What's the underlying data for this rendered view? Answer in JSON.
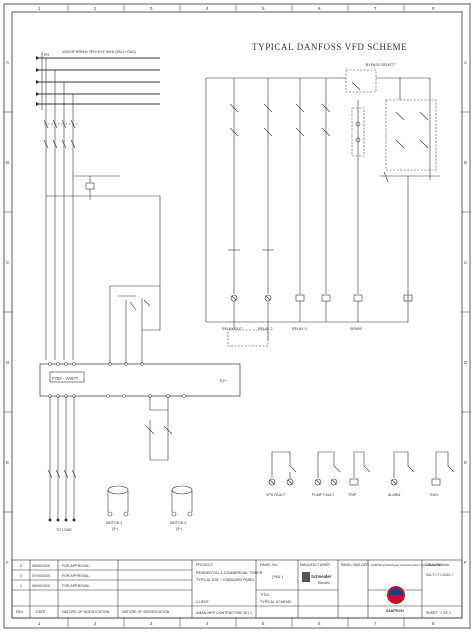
{
  "drawing": {
    "title": "TYPICAL DANFOSS VFD SCHEME",
    "supply_label": "400V/3PH/50Hz  3PH+N+E  50Hz  (5ALL+GAS)",
    "power_tag": "PH",
    "vfd_label": "F703 - VAR??",
    "vfd_out_label": "E1+",
    "bottom_load_label": "TO LOAD",
    "relay_labels": [
      "RELAY OUT",
      "RELAY 2",
      "RELAY 3",
      "SPARE"
    ],
    "fault_labels": [
      "VFD FAULT",
      "PUMP FAULT",
      "TRIP",
      "ALARM",
      "RUN"
    ],
    "motor_labels": [
      "MOTOR 1",
      "MOTOR 2"
    ],
    "motor_sub": [
      "(3~)",
      "(3~)"
    ],
    "bypass_label": "BYPASS SELECT",
    "col_numbers": [
      "1",
      "2",
      "3",
      "4",
      "5",
      "6",
      "7",
      "8"
    ],
    "row_letters": [
      "A",
      "B",
      "C",
      "D",
      "E",
      "F"
    ]
  },
  "revisions": {
    "rows": [
      {
        "rev": "3",
        "date": "08/09/2020",
        "desc": "FOR APPROVAL"
      },
      {
        "rev": "2",
        "date": "07/09/2020",
        "desc": "FOR APPROVAL"
      },
      {
        "rev": "1",
        "date": "06/09/2020",
        "desc": "FOR APPROVAL"
      }
    ],
    "headers": {
      "rev": "REV",
      "date": "DATE",
      "nature": "NATURE OF MODIFICATION",
      "nature2": "NATURE OF MODIFICATION"
    }
  },
  "title_block": {
    "project_label": "PROJECT:",
    "project_text": "RESIDENTIAL & COMMERCIAL TOWER",
    "project_sub": "TYPICAL DDC / STANDARD PANEL",
    "client_label": "CLIENT:",
    "client_text": "AMAN MEP CONTRACTING W.L.L",
    "panel_label": "PANEL No.",
    "panel_value": "[ PNL ]",
    "title_label": "TITLE",
    "title_text": "TYPICAL SCHEME",
    "mfr_label": "MANUFACTURER",
    "schneider_line1": "Schneider",
    "schneider_line2": "Electric",
    "panel_builder": "PANEL BUILDER:",
    "samtech_text": "SAMTECH Switchgear and Automation Technologies W.L.L",
    "drawing_no_label": "DRAWING No.",
    "drawing_no": "SA-??-??-2020-?",
    "sheet_label": "SHEET",
    "sheet_value": "1 OF 1",
    "logo_text": "SAMTECH"
  }
}
